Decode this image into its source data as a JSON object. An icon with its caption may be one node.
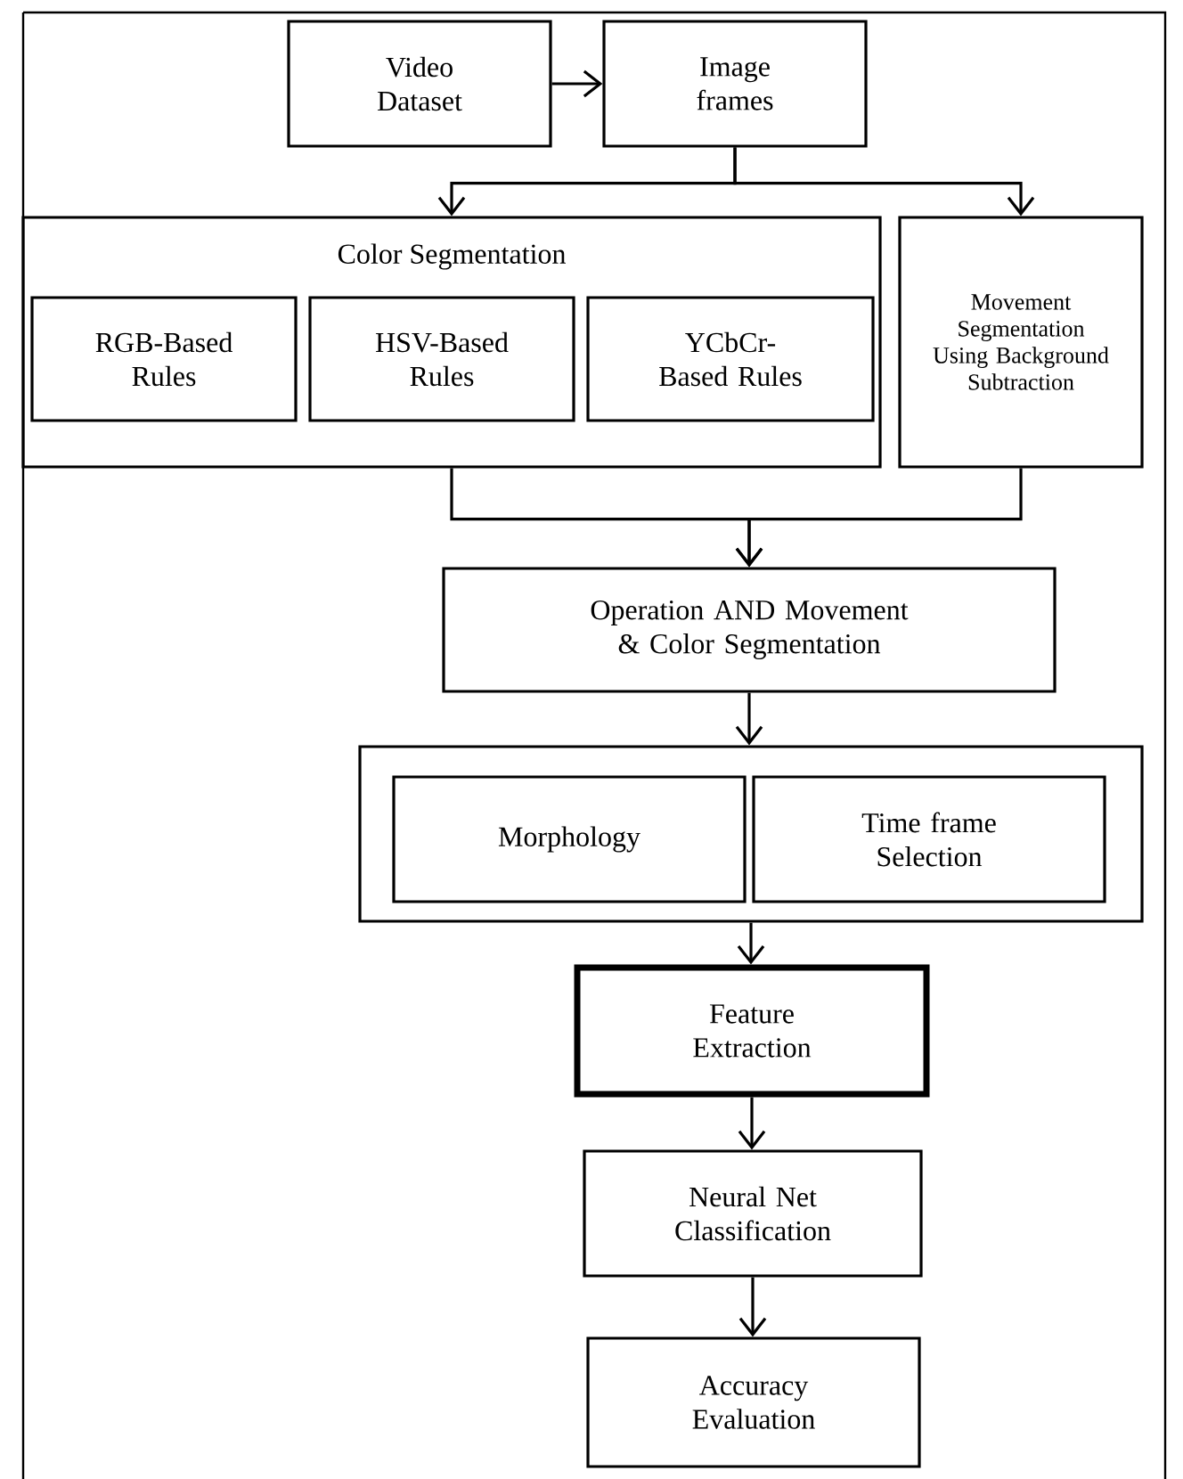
{
  "diagram": {
    "nodes": [
      {
        "text": [
          "Video Dataset"
        ]
      },
      {
        "text": [
          "Image frames"
        ]
      },
      {
        "text": [
          "Color Segmentation"
        ]
      },
      {
        "text": [
          "RGB-Based Rules"
        ],
        "in": 2
      },
      {
        "text": [
          "HSV-Based Rules"
        ],
        "in": 2
      },
      {
        "text": [
          "YCbCr-Based Rules"
        ],
        "in": 2
      },
      {
        "text": [
          "Movement Segmentation Using Background Subtraction"
        ]
      },
      {
        "text": [
          "Operation AND Movement & Color Segmentation"
        ]
      },
      {
        "text": [],
        "shape": "box"
      },
      {
        "text": [
          "Morphology"
        ],
        "in": 8
      },
      {
        "text": [
          "Time frame Selection"
        ],
        "in": 8
      },
      {
        "text": [
          "Feature Extraction"
        ]
      },
      {
        "text": [
          "Neural Net Classification"
        ]
      },
      {
        "text": [
          "Accuracy Evaluation"
        ]
      }
    ],
    "edges": [
      {
        "from": 0,
        "to": 1,
        "arrow": "to"
      },
      {
        "from": 1,
        "to": 2,
        "arrow": "to"
      },
      {
        "from": 1,
        "to": 6,
        "arrow": "to"
      },
      {
        "from": 2,
        "to": 7,
        "arrow": "to"
      },
      {
        "from": 6,
        "to": 7,
        "arrow": "to"
      },
      {
        "from": 7,
        "to": 8,
        "arrow": "to"
      },
      {
        "from": 8,
        "to": 11,
        "arrow": "to"
      },
      {
        "from": 11,
        "to": 12,
        "arrow": "to"
      },
      {
        "from": 12,
        "to": 13,
        "arrow": "to"
      }
    ]
  }
}
